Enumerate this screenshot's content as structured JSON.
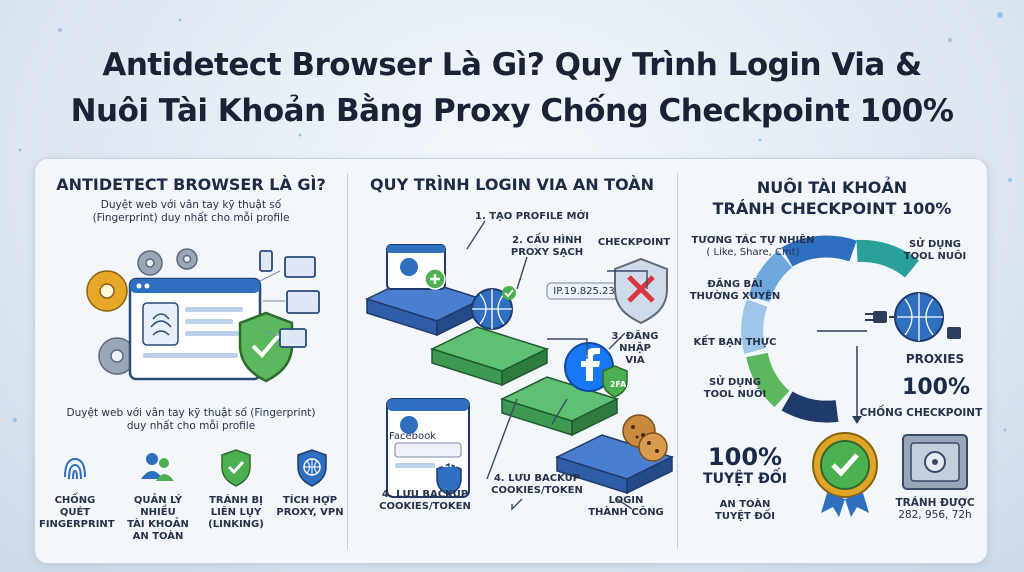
{
  "title": {
    "line1": "Antidetect Browser Là Gì? Quy Trình Login Via &",
    "line2": "Nuôi Tài Khoản Bằng Proxy Chống Checkpoint 100%"
  },
  "col1": {
    "title": "ANTIDETECT BROWSER LÀ GÌ?",
    "desc_line1": "Duyệt web với vân tay kỹ thuật số",
    "desc_line2": "(Fingerprint) duy nhất cho mỗi profile",
    "desc2_line1": "Duyệt web với vân tay kỹ thuật số (Fingerprint)",
    "desc2_line2": "duy nhất cho mỗi profile",
    "features": [
      {
        "l1": "CHỐNG QUÉT",
        "l2": "FINGERPRINT",
        "l3": "",
        "icon": "fingerprint-icon"
      },
      {
        "l1": "QUẢN LÝ NHIỀU",
        "l2": "TÀI KHOẢN",
        "l3": "AN TOÀN",
        "icon": "users-icon"
      },
      {
        "l1": "TRÁNH BỊ",
        "l2": "LIÊN LỤY",
        "l3": "(LINKING)",
        "icon": "shield-check-icon"
      },
      {
        "l1": "TÍCH HỢP",
        "l2": "PROXY, VPN",
        "l3": "",
        "icon": "globe-shield-icon"
      }
    ]
  },
  "col2": {
    "title": "QUY TRÌNH LOGIN VIA AN TOÀN",
    "step1": "1. TẠO PROFILE MỚI",
    "step2_l1": "2. CẤU HÌNH",
    "step2_l2": "PROXY SẠCH",
    "ip": "IP.19.825.23",
    "checkpoint": "CHECKPOINT",
    "step3_l1": "3. ĐĂNG NHẬP",
    "step3_l2": "VIA",
    "facebook": "Facebook",
    "twofa": "2FA",
    "twofa_small": "2FA",
    "step4a_l1": "4. LƯU BACKUP",
    "step4a_l2": "COOKIES/TOKEN",
    "step4b_l1": "4. LƯU BACKUP",
    "step4b_l2": "COOKIES/TOKEN",
    "login_l1": "LOGIN",
    "login_l2": "THÀNH CÔNG"
  },
  "col3": {
    "title_l1": "NUÔI TÀI KHOẢN",
    "title_l2": "TRÁNH CHECKPOINT 100%",
    "items": [
      {
        "l1": "TƯƠNG TÁC TỰ NHIÊN",
        "l2": "( Like, Share, Cmt)"
      },
      {
        "l1": "ĐĂNG BÀI",
        "l2": "THƯỜNG XUYÊN"
      },
      {
        "l1": "KẾT BẠN THỰC",
        "l2": ""
      },
      {
        "l1": "SỬ DỤNG",
        "l2": "TOOL NUÔI"
      }
    ],
    "right_l1": "SỬ DỤNG",
    "right_l2": "TOOL NUÔI",
    "proxies": "PROXIES",
    "pct": "100%",
    "anti": "CHỐNG CHECKPOINT",
    "pct2": "100%",
    "absolute": "TUYỆT ĐỐI",
    "safe_l1": "AN TOÀN",
    "safe_l2": "TUYỆT ĐỐI",
    "avoid_l1": "TRÁNH ĐƯỢC",
    "avoid_l2": "282, 956, 72h"
  },
  "colors": {
    "navy": "#1f3a6b",
    "blue": "#2f6fc0",
    "green": "#4caf50",
    "teal": "#2aa198",
    "red": "#d9363e",
    "gold": "#e0a526"
  }
}
